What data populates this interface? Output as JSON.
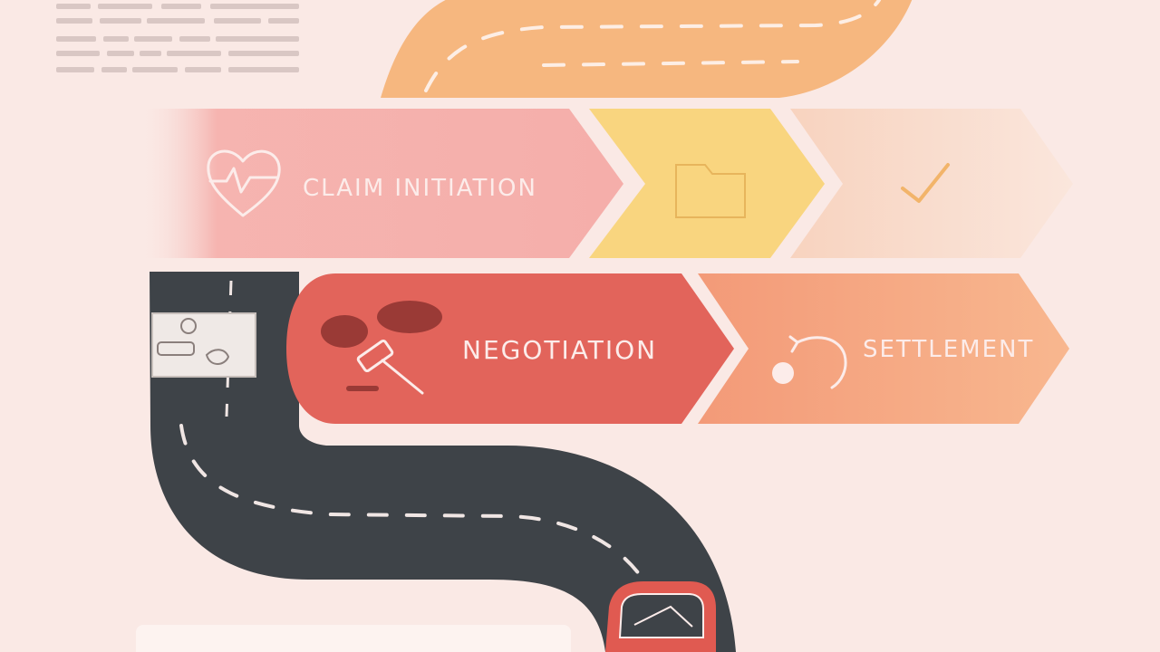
{
  "colors": {
    "background": "#fae9e5",
    "road_orange": "#f6b77f",
    "road_dark": "#3e4348",
    "claim_pink": "#f5aeaa",
    "folder_yellow": "#f9d57f",
    "check_peach": "#f8d6c2",
    "negotiation_red": "#e2645b",
    "settlement_orange": "#f5a27f",
    "label_light": "#fcecea"
  },
  "stages": [
    {
      "id": "claim-initiation",
      "label": "CLAIM INITIATION",
      "icon": "heart-pulse-icon"
    },
    {
      "id": "documentation",
      "label": "",
      "icon": "folder-icon"
    },
    {
      "id": "approval",
      "label": "",
      "icon": "checkmark-icon"
    },
    {
      "id": "negotiation",
      "label": "NEGOTIATION",
      "icon": "gavel-icon"
    },
    {
      "id": "settlement",
      "label": "SETTLEMENT",
      "icon": "return-arrow-icon"
    }
  ]
}
